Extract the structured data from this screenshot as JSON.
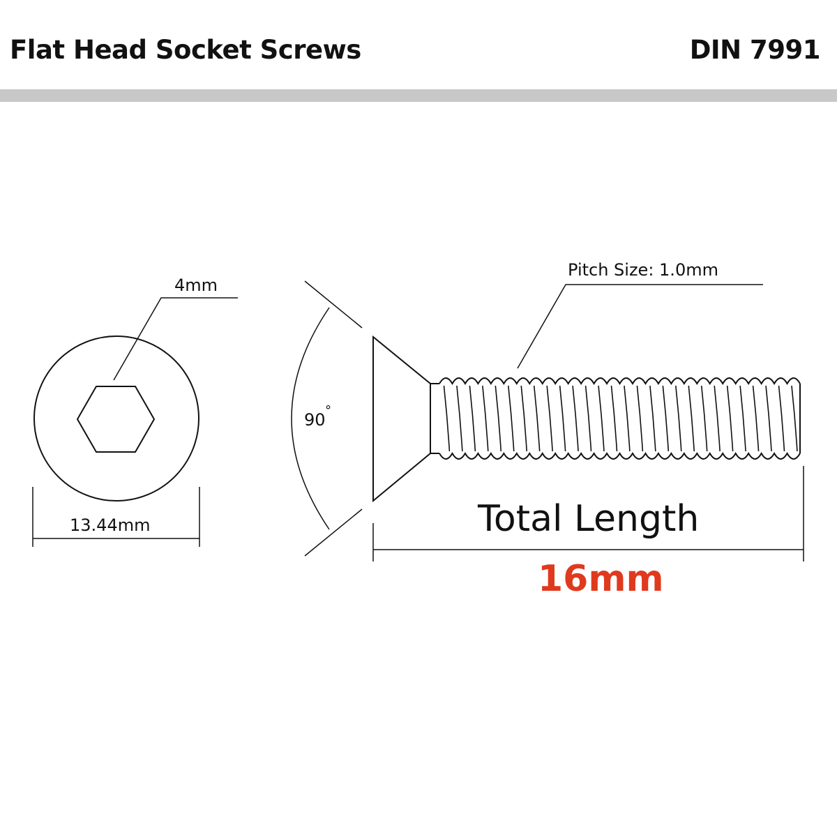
{
  "header": {
    "title": "Flat Head Socket Screws",
    "standard": "DIN 7991"
  },
  "head_view": {
    "socket_size": "4mm",
    "head_diameter": "13.44mm"
  },
  "side_view": {
    "head_angle": "90",
    "angle_unit": "°",
    "pitch_label": "Pitch Size: 1.0mm",
    "length_caption": "Total Length",
    "length_value": "16mm"
  },
  "colors": {
    "line": "#111111",
    "band": "#c8c8c8",
    "length_value": "#e03a1e"
  }
}
